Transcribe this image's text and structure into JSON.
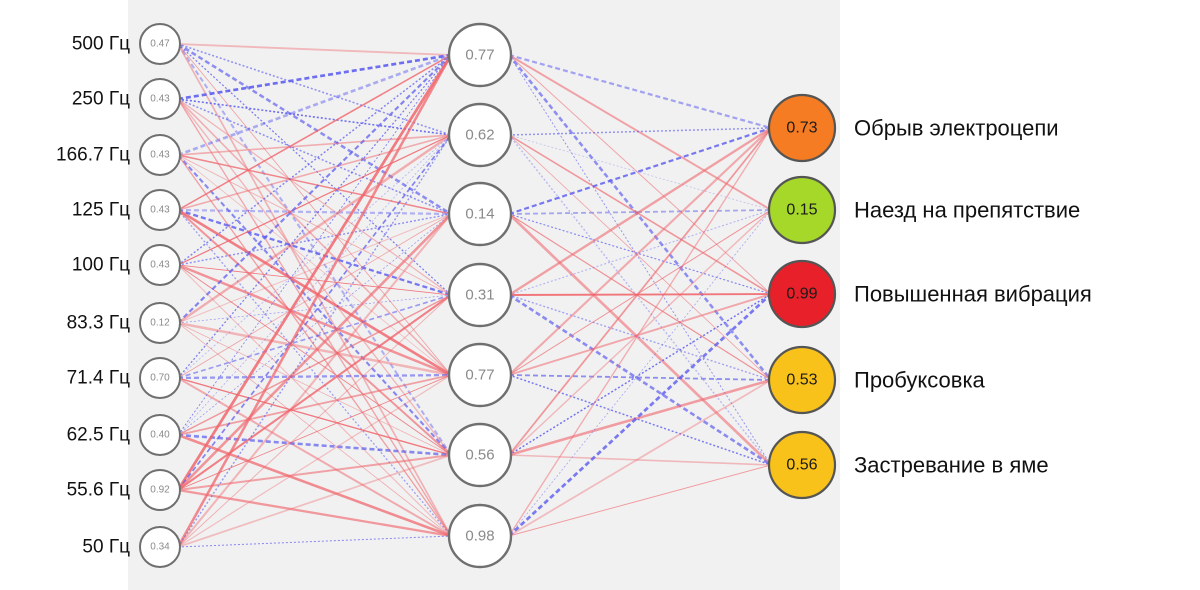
{
  "colors": {
    "positive_edge": "#f0646b",
    "negative_edge": "#5b5bf0",
    "node_stroke": "#6f6f6f",
    "value_text": "#8a8a8a"
  },
  "inputs": [
    {
      "label": "500 Гц",
      "value": "0.47"
    },
    {
      "label": "250 Гц",
      "value": "0.43"
    },
    {
      "label": "166.7 Гц",
      "value": "0.43"
    },
    {
      "label": "125 Гц",
      "value": "0.43"
    },
    {
      "label": "100 Гц",
      "value": "0.43"
    },
    {
      "label": "83.3 Гц",
      "value": "0.12"
    },
    {
      "label": "71.4 Гц",
      "value": "0.70"
    },
    {
      "label": "62.5 Гц",
      "value": "0.40"
    },
    {
      "label": "55.6 Гц",
      "value": "0.92"
    },
    {
      "label": "50 Гц",
      "value": "0.34"
    }
  ],
  "hidden": [
    {
      "value": "0.77"
    },
    {
      "value": "0.62"
    },
    {
      "value": "0.14"
    },
    {
      "value": "0.31"
    },
    {
      "value": "0.77"
    },
    {
      "value": "0.56"
    },
    {
      "value": "0.98"
    }
  ],
  "outputs": [
    {
      "value": "0.73",
      "label": "Обрыв электроцепи",
      "color": "#f57c22"
    },
    {
      "value": "0.15",
      "label": "Наезд на препятствие",
      "color": "#a6d82a"
    },
    {
      "value": "0.99",
      "label": "Повышенная вибрация",
      "color": "#e8202a"
    },
    {
      "value": "0.53",
      "label": "Пробуксовка",
      "color": "#f9c21a"
    },
    {
      "value": "0.56",
      "label": "Застревание в яме",
      "color": "#f9c21a"
    }
  ]
}
